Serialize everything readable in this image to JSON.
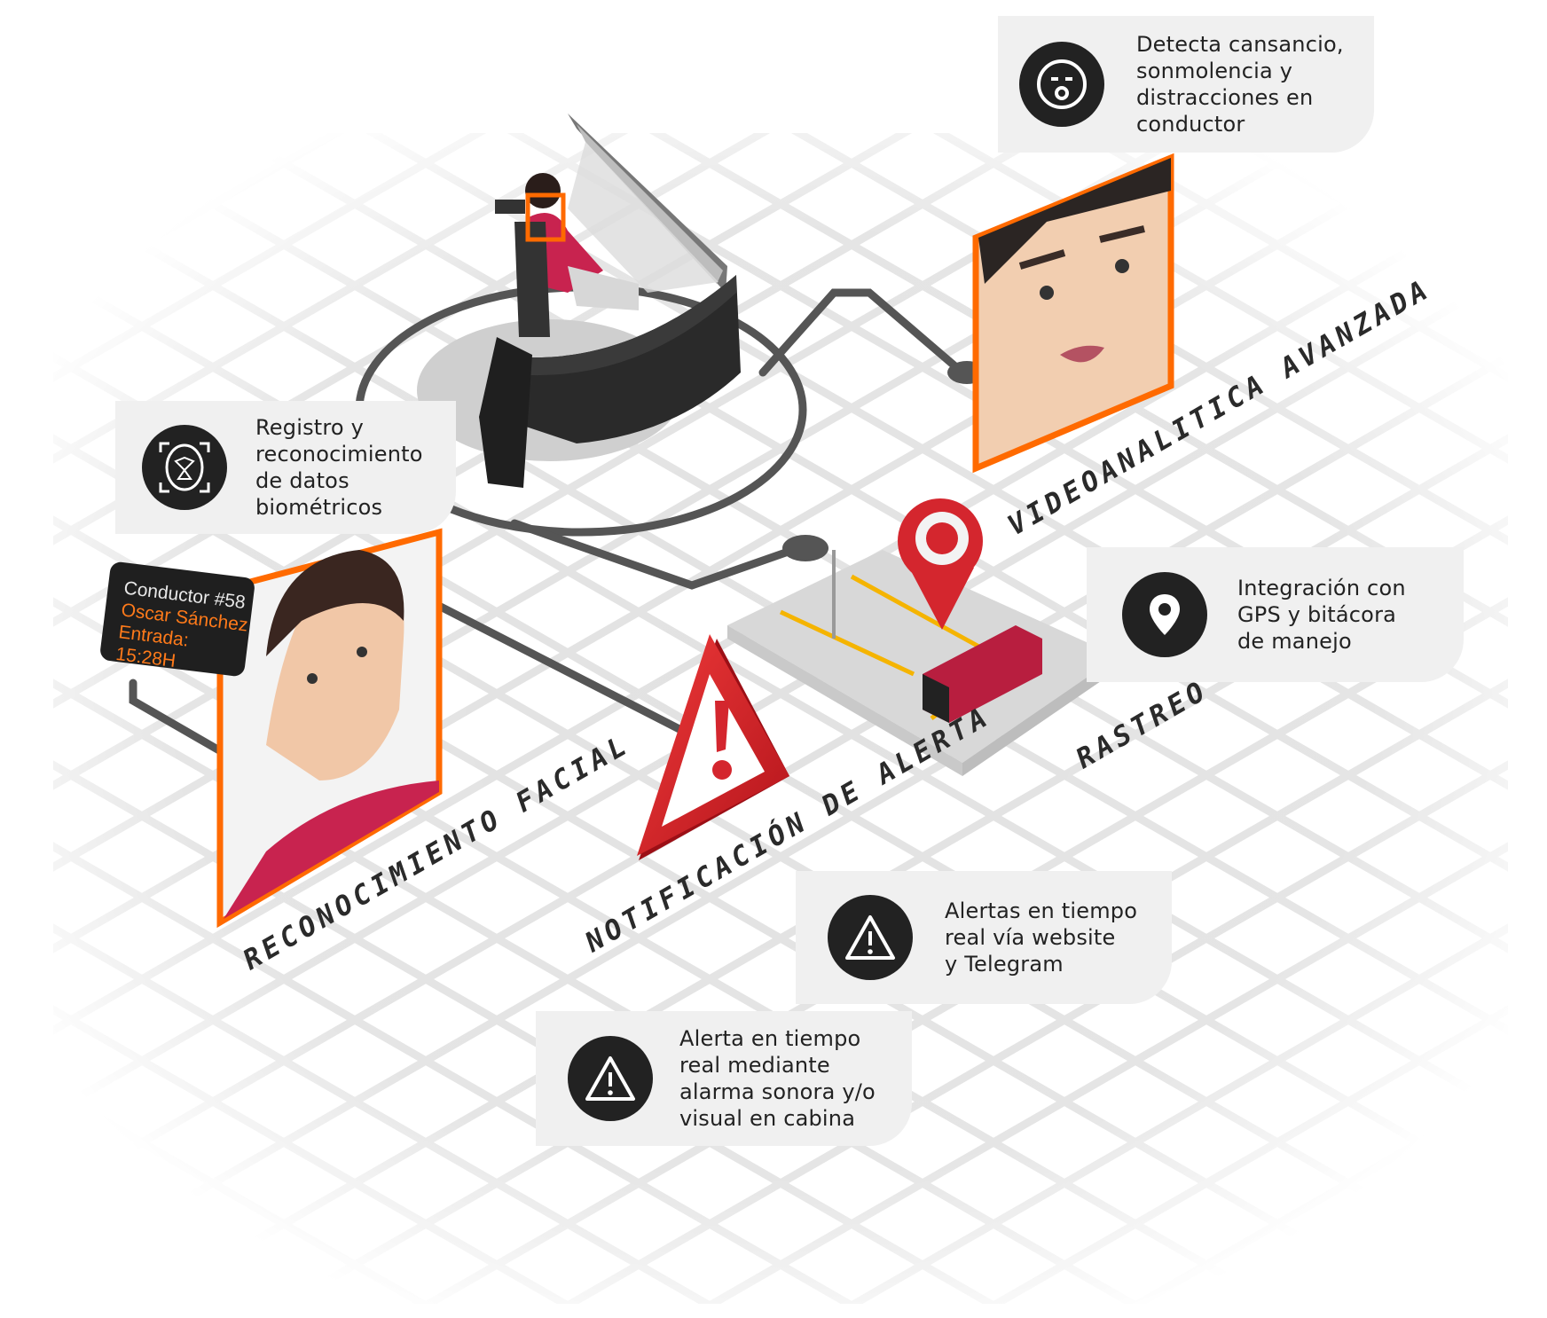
{
  "colors": {
    "accent_orange": "#ff6a00",
    "alert_red": "#d42128",
    "bus_red": "#b81e3f",
    "card_bg": "#f0f0f0",
    "icon_bg": "#222222"
  },
  "cards": {
    "detecta": {
      "icon": "drowsy-face-icon",
      "lines": [
        "Detecta cansancio,",
        "sonmolencia y",
        "distracciones en",
        "conductor"
      ]
    },
    "registro": {
      "icon": "face-scan-icon",
      "lines": [
        "Registro y",
        "reconocimiento",
        "de datos",
        "biométricos"
      ]
    },
    "gps": {
      "icon": "location-pin-icon",
      "lines": [
        "Integración con",
        "GPS y bitácora",
        "de manejo"
      ]
    },
    "alertas_web": {
      "icon": "warning-icon",
      "lines": [
        "Alertas en tiempo",
        "real vía website",
        "y Telegram"
      ]
    },
    "alerta_cabina": {
      "icon": "warning-icon",
      "lines": [
        "Alerta en tiempo",
        "real mediante",
        "alarma sonora y/o",
        "visual en cabina"
      ]
    }
  },
  "labels": {
    "reconocimiento": "RECONOCIMIENTO FACIAL",
    "notificacion": "NOTIFICACIÓN DE ALERTA",
    "videoanalitica": "VIDEOANALITICA AVANZADA",
    "rastreo": "RASTREO"
  },
  "driver_badge": {
    "line1": "Conductor #58",
    "line2": "Oscar Sánchez",
    "line3": "Entrada: 15:28H"
  }
}
